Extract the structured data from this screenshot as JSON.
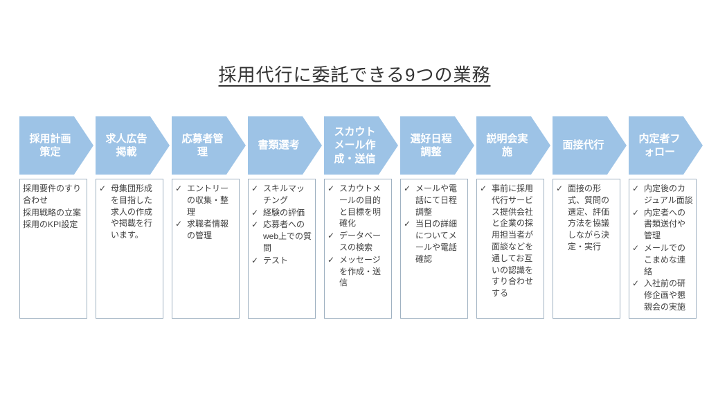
{
  "slide": {
    "title": "採用代行に委託できる9つの業務"
  },
  "icons": {
    "check_glyph": "✓"
  },
  "colors": {
    "chevron_fill": "#9DC3E6",
    "chevron_text": "#FFFFFF",
    "box_border": "#9FB1C1",
    "body_text": "#404040",
    "title_text": "#333333",
    "background": "#FFFFFF"
  },
  "steps": [
    {
      "label": "採用計画策定",
      "bulleted": false,
      "items": [
        "採用要件のすり合わせ",
        "採用戦略の立案",
        "採用のKPI設定"
      ]
    },
    {
      "label": "求人広告掲載",
      "bulleted": true,
      "items": [
        "母集団形成を目指した求人の作成や掲載を行います。"
      ]
    },
    {
      "label": "応募者管理",
      "bulleted": true,
      "items": [
        "エントリーの収集・整理",
        "求職者情報の管理"
      ]
    },
    {
      "label": "書類選考",
      "bulleted": true,
      "items": [
        "スキルマッチング",
        "経験の評価",
        "応募者へのweb上での質問",
        "テスト"
      ]
    },
    {
      "label": "スカウトメール作成・送信",
      "bulleted": true,
      "items": [
        "スカウトメールの目的と目標を明確化",
        "データベースの検索",
        "メッセージを作成・送信"
      ]
    },
    {
      "label": "選好日程調整",
      "bulleted": true,
      "items": [
        "メールや電話にて日程調整",
        "当日の詳細についてメールや電話確認"
      ]
    },
    {
      "label": "説明会実施",
      "bulleted": true,
      "items": [
        "事前に採用代行サービス提供会社と企業の採用担当者が面談などを通してお互いの認識をすり合わせする"
      ]
    },
    {
      "label": "面接代行",
      "bulleted": true,
      "items": [
        "面接の形式、質問の選定、評価方法を協議しながら決定・実行"
      ]
    },
    {
      "label": "内定者フォロー",
      "bulleted": true,
      "items": [
        "内定後のカジュアル面談",
        "内定者への書類送付や管理",
        "メールでのこまめな連絡",
        "入社前の研修企画や懇親会の実施"
      ]
    }
  ]
}
